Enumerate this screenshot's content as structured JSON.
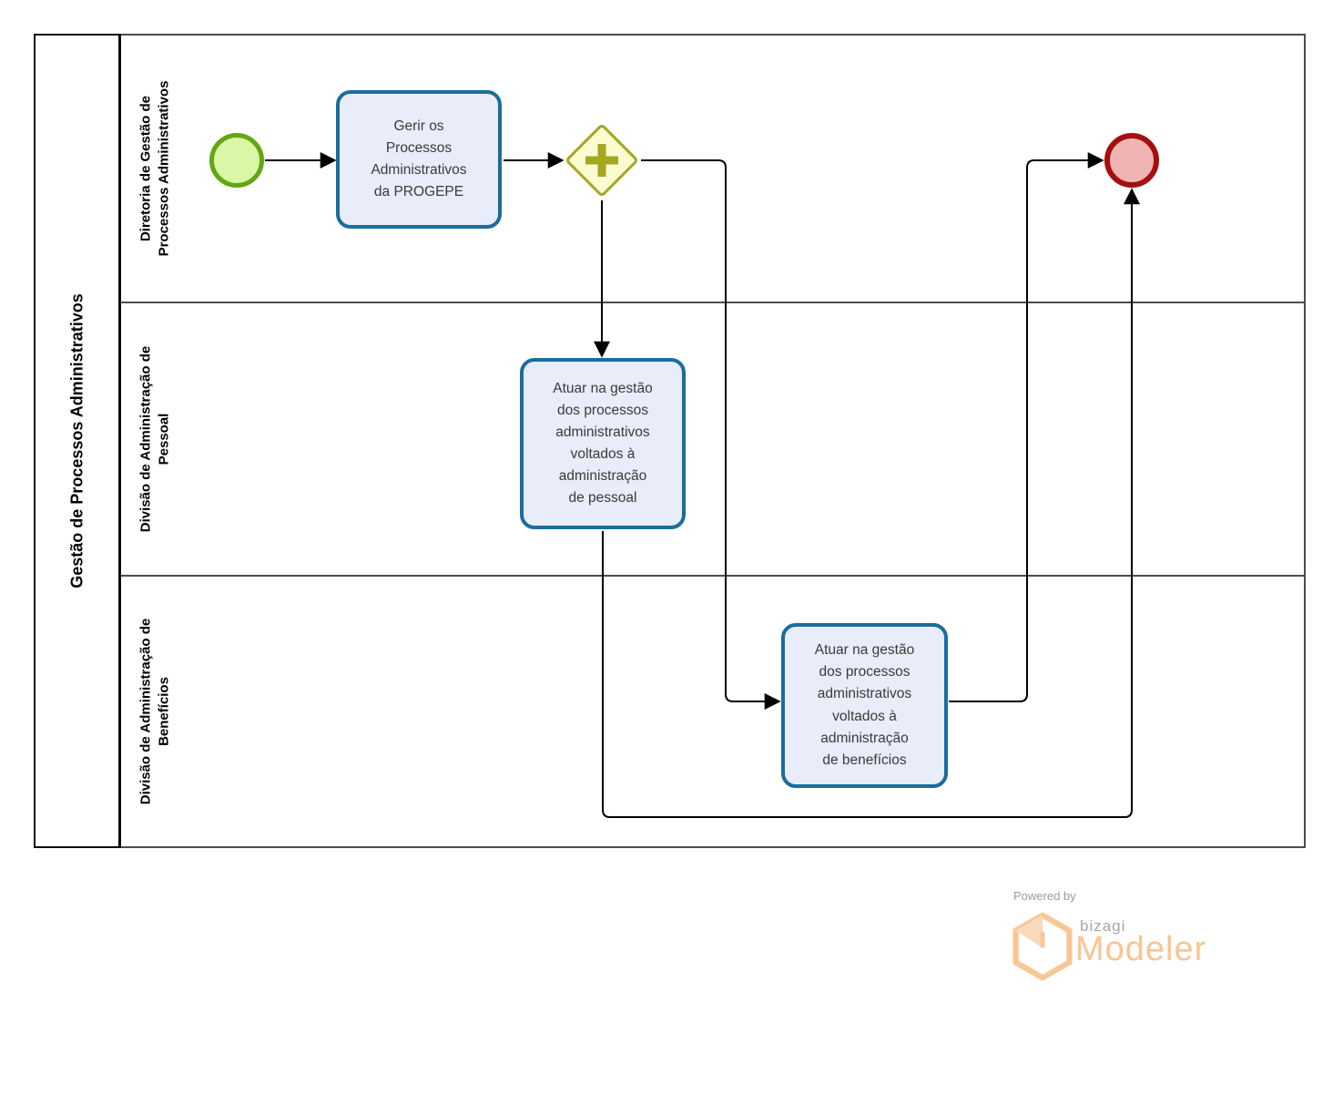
{
  "pool": {
    "title": "Gestão de Processos Administrativos",
    "lanes": [
      {
        "label": "Diretoria de Gestão de\nProcessos Administrativos"
      },
      {
        "label": "Divisão de Administração de\nPessoal"
      },
      {
        "label": "Divisão de Administração de\nBenefícios"
      }
    ]
  },
  "shapes": {
    "start_event": {
      "kind": "start-event",
      "border_color": "#62a713",
      "fill_color": "#d9f7a6"
    },
    "task_gerir": {
      "label": "Gerir os\nProcessos\nAdministrativos\nda PROGEPE"
    },
    "gateway_parallel": {
      "kind": "parallel-gateway",
      "border_color": "#a5a622",
      "fill_color": "#fbfbd2"
    },
    "task_pessoal": {
      "label": "Atuar na gestão\ndos processos\nadministrativos\nvoltados à\nadministração\nde pessoal"
    },
    "task_beneficios": {
      "label": "Atuar na gestão\ndos processos\nadministrativos\nvoltados à\nadministração\nde benefícios"
    },
    "end_event": {
      "kind": "end-event",
      "border_color": "#a50f0f",
      "fill_color": "#f1b4b4"
    }
  },
  "task_style": {
    "border_color": "#1a6d9e",
    "fill_color": "#e9edfa"
  },
  "watermark": {
    "powered_by": "Powered by",
    "brand": "bizagi",
    "product": "Modeler",
    "brand_color": "#a6a6a6",
    "product_color": "#f9c592"
  }
}
